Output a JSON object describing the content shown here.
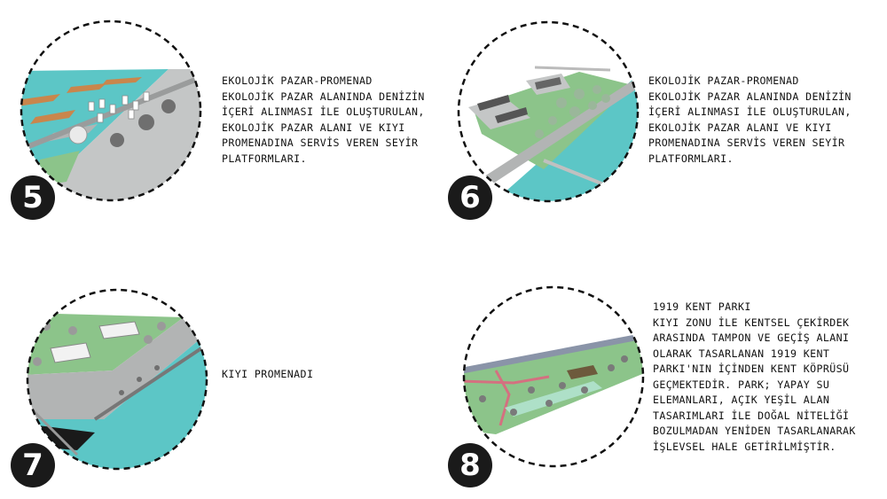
{
  "panels": [
    {
      "number": "5",
      "lines": [
        "EKOLOJİK PAZAR-PROMENAD",
        "EKOLOJİK PAZAR ALANINDA DENİZİN",
        "İÇERİ ALINMASI İLE OLUŞTURULAN,",
        "EKOLOJİK PAZAR ALANI VE KIYI",
        "PROMENADINA SERVİS VEREN SEYİR",
        "PLATFORMLARI."
      ]
    },
    {
      "number": "6",
      "lines": [
        "EKOLOJİK PAZAR-PROMENAD",
        "EKOLOJİK PAZAR ALANINDA DENİZİN",
        "İÇERİ ALINMASI İLE OLUŞTURULAN,",
        "EKOLOJİK PAZAR ALANI VE KIYI",
        "PROMENADINA SERVİS VEREN SEYİR",
        "PLATFORMLARI."
      ]
    },
    {
      "number": "7",
      "lines": [
        "KIYI PROMENADI"
      ]
    },
    {
      "number": "8",
      "lines": [
        "1919 KENT PARKI",
        "KIYI ZONU İLE KENTSEL ÇEKİRDEK",
        "ARASINDA TAMPON VE GEÇİŞ ALANI",
        "OLARAK TASARLANAN 1919 KENT",
        "PARKI'NIN İÇİNDEN KENT KÖPRÜSÜ",
        "GEÇMEKTEDİR. PARK; YAPAY SU",
        "ELEMANLARI, AÇIK YEŞİL ALAN",
        "TASARIMLARI İLE DOĞAL NİTELİĞİ",
        "BOZULMADAN YENİDEN TASARLANARAK",
        "İŞLEVSEL HALE GETİRİLMİŞTİR."
      ]
    }
  ],
  "colors": {
    "water": "#5cc6c6",
    "grass": "#8cc48a",
    "paving": "#c4c6c6",
    "building": "#eeeeee",
    "badge": "#1a1a1a"
  }
}
